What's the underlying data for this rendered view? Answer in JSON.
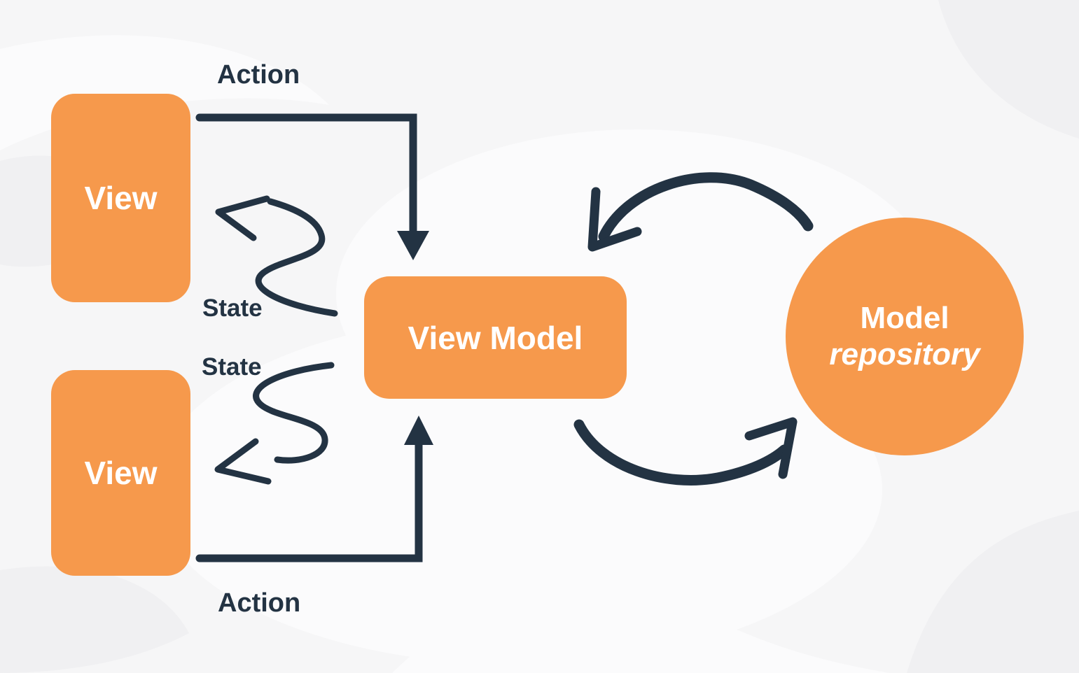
{
  "title": "MVVM architecture diagram",
  "colors": {
    "orange": "#F6994C",
    "navy": "#233343",
    "bg": "#F6F6F7",
    "bg_light": "#FBFBFC",
    "bg_dark": "#F0F0F2",
    "white": "#FFFFFF"
  },
  "nodes": {
    "view_top": {
      "label": "View",
      "shape": "rounded-rect"
    },
    "view_bottom": {
      "label": "View",
      "shape": "rounded-rect"
    },
    "view_model": {
      "label": "View Model",
      "shape": "rounded-rect"
    },
    "model_repository": {
      "title": "Model",
      "subtitle": "repository",
      "shape": "circle"
    }
  },
  "edges": [
    {
      "id": "action-top",
      "label": "Action",
      "from": "view-top",
      "to": "view-model",
      "type": "elbow-arrow"
    },
    {
      "id": "state-top",
      "label": "State",
      "from": "view-model",
      "to": "view-top",
      "type": "squiggle-arrow"
    },
    {
      "id": "state-bottom",
      "label": "State",
      "from": "view-model",
      "to": "view-bottom",
      "type": "squiggle-arrow"
    },
    {
      "id": "action-bottom",
      "label": "Action",
      "from": "view-bottom",
      "to": "view-model",
      "type": "elbow-arrow"
    },
    {
      "id": "sync-top",
      "label": "",
      "from": "model-repository",
      "to": "view-model",
      "type": "curved-arrow"
    },
    {
      "id": "sync-bottom",
      "label": "",
      "from": "view-model",
      "to": "model-repository",
      "type": "curved-arrow"
    }
  ]
}
